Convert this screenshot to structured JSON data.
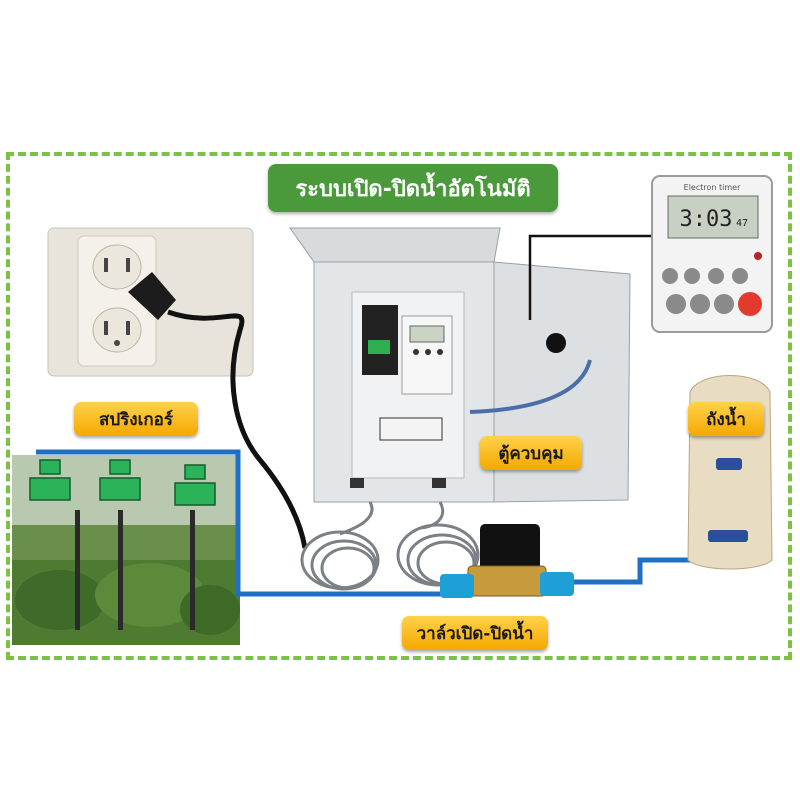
{
  "title": "ระบบเปิด-ปิดน้ำอัตโนมัติ",
  "labels": {
    "sprinkler": "สปริงเกอร์",
    "control_box": "ตู้ควบคุม",
    "water_tank": "ถังน้ำ",
    "valve": "วาล์วเปิด-ปิดน้ำ"
  },
  "timer": {
    "brand": "Electron timer",
    "display": "3:03",
    "display_sub": "47"
  },
  "colors": {
    "frame": "#7cc242",
    "title_bg": "#4a9a3c",
    "tag_bg": "#f5b800",
    "pipe": "#1f6fc4"
  }
}
